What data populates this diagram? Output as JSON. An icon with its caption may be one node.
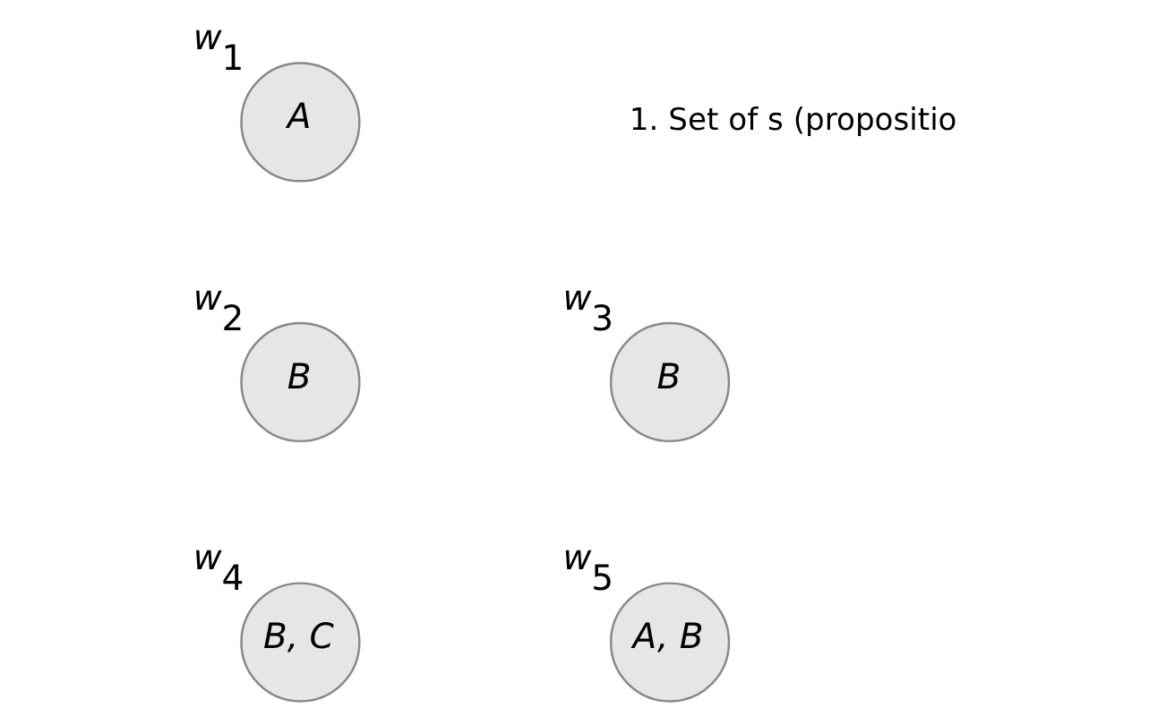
{
  "diagram": {
    "nodes": [
      {
        "text": [
          "A"
        ],
        "beside": [
          "w$_{1}$"
        ]
      },
      {
        "text": [
          "B"
        ],
        "beside": [
          "w$_{2}$"
        ]
      },
      {
        "text": [
          "B"
        ],
        "beside": [
          "w$_{3}$"
        ]
      },
      {
        "text": [
          "B, C"
        ],
        "beside": [
          "w$_{4}$"
        ]
      },
      {
        "text": [
          "A, B"
        ],
        "beside": [
          "w$_{5}$"
        ]
      }
    ],
    "edges": [],
    "labels": [
      "1. Set of s (propositio"
    ]
  }
}
